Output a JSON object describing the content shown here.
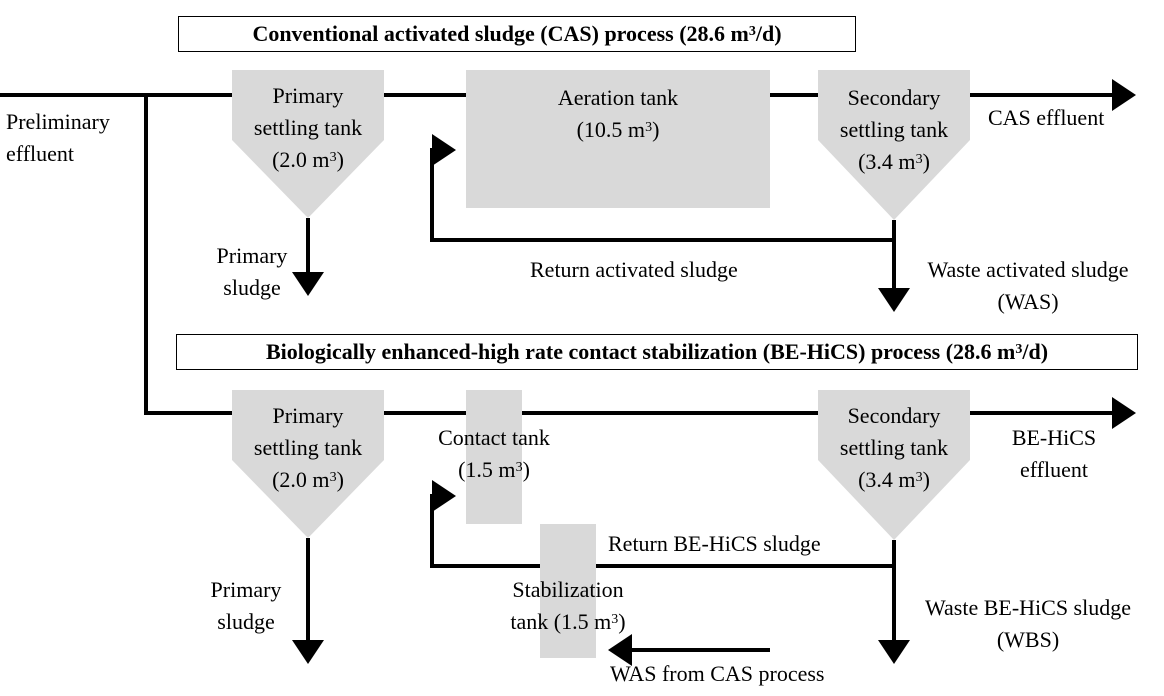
{
  "cas": {
    "title_main": "Conventional activated sludge (CAS) process (28.6 m",
    "title_unit_exp": "3",
    "title_end": "/d)",
    "preliminary_line1": "Preliminary",
    "preliminary_line2": "effluent",
    "primary_tank_line1": "Primary",
    "primary_tank_line2": "settling tank",
    "primary_tank_vol": "(2.0 m",
    "primary_tank_exp": "3",
    "primary_tank_end": ")",
    "aeration_line1": "Aeration tank",
    "aeration_vol": "(10.5 m",
    "aeration_exp": "3",
    "aeration_end": ")",
    "secondary_line1": "Secondary",
    "secondary_line2": "settling tank",
    "secondary_vol": "(3.4 m",
    "secondary_exp": "3",
    "secondary_end": ")",
    "effluent": "CAS effluent",
    "primary_sludge_line1": "Primary",
    "primary_sludge_line2": "sludge",
    "return_sludge": "Return activated sludge",
    "waste_line1": "Waste activated sludge",
    "waste_line2": "(WAS)"
  },
  "behics": {
    "title_main": "Biologically enhanced-high rate contact stabilization (BE-HiCS) process (28.6 m",
    "title_unit_exp": "3",
    "title_end": "/d)",
    "primary_tank_line1": "Primary",
    "primary_tank_line2": "settling tank",
    "primary_tank_vol": "(2.0 m",
    "primary_tank_exp": "3",
    "primary_tank_end": ")",
    "contact_line1": "Contact tank",
    "contact_vol": "(1.5 m",
    "contact_exp": "3",
    "contact_end": ")",
    "secondary_line1": "Secondary",
    "secondary_line2": "settling tank",
    "secondary_vol": "(3.4 m",
    "secondary_exp": "3",
    "secondary_end": ")",
    "effluent_line1": "BE-HiCS",
    "effluent_line2": "effluent",
    "primary_sludge_line1": "Primary",
    "primary_sludge_line2": "sludge",
    "return_sludge": "Return BE-HiCS sludge",
    "stabilization_line1": "Stabilization",
    "stabilization_vol": "tank (1.5 m",
    "stabilization_exp": "3",
    "stabilization_end": ")",
    "was_input": "WAS from CAS process",
    "waste_line1": "Waste BE-HiCS sludge",
    "waste_line2": "(WBS)"
  },
  "colors": {
    "tank_fill": "#d9d9d9",
    "line": "#000000"
  }
}
